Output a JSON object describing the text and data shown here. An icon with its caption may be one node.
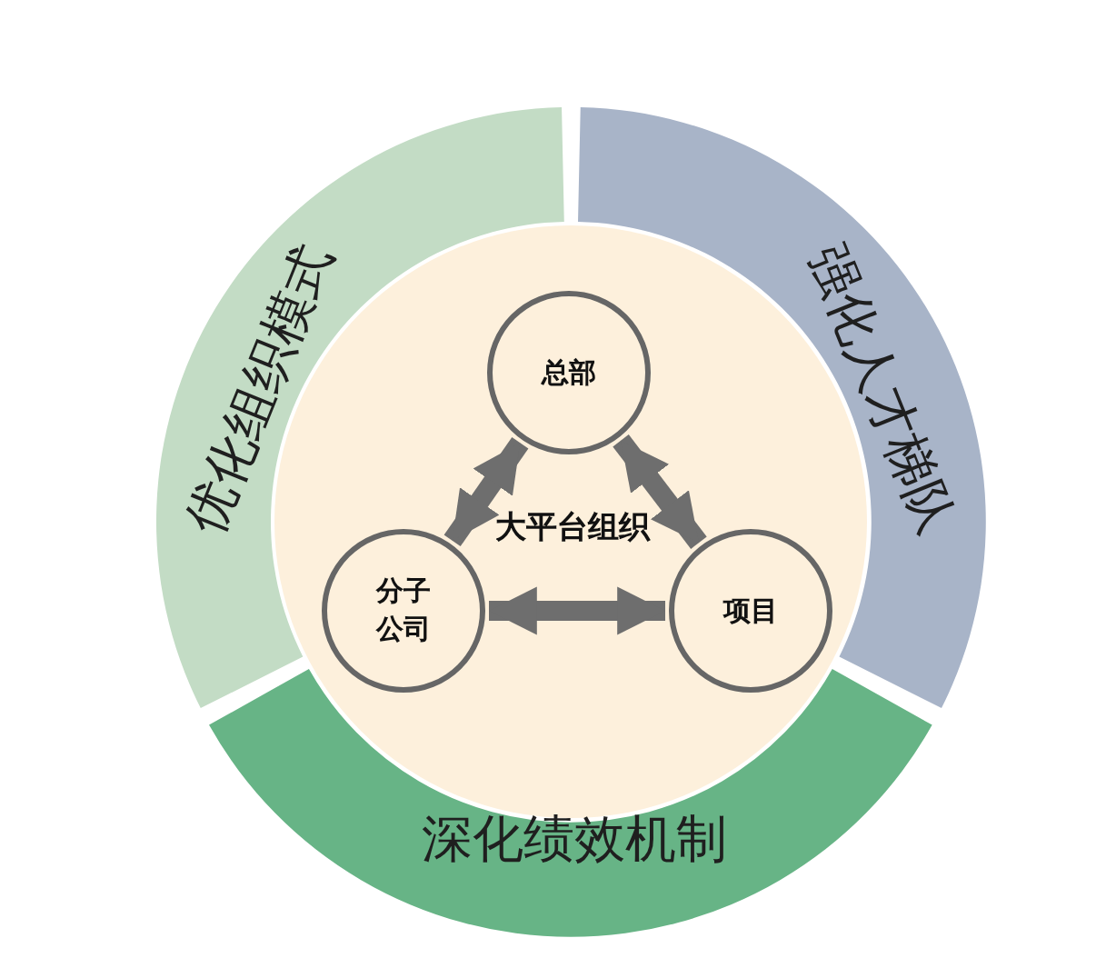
{
  "diagram": {
    "nodes": [
      {
        "text": [
          "优化组织模式"
        ]
      },
      {
        "text": [
          "强化人才梯队"
        ]
      },
      {
        "text": [
          "深化绩效机制"
        ]
      },
      {
        "text": [
          "大平台组织"
        ]
      },
      {
        "text": [
          "总部"
        ],
        "in": 3
      },
      {
        "text": [
          "分子公司"
        ],
        "in": 3
      },
      {
        "text": [
          "项目"
        ],
        "in": 3
      }
    ],
    "edges": [
      {
        "from": 4,
        "to": 5,
        "arrow": "both"
      },
      {
        "from": 4,
        "to": 6,
        "arrow": "both"
      },
      {
        "from": 5,
        "to": 6,
        "arrow": "both"
      }
    ]
  }
}
